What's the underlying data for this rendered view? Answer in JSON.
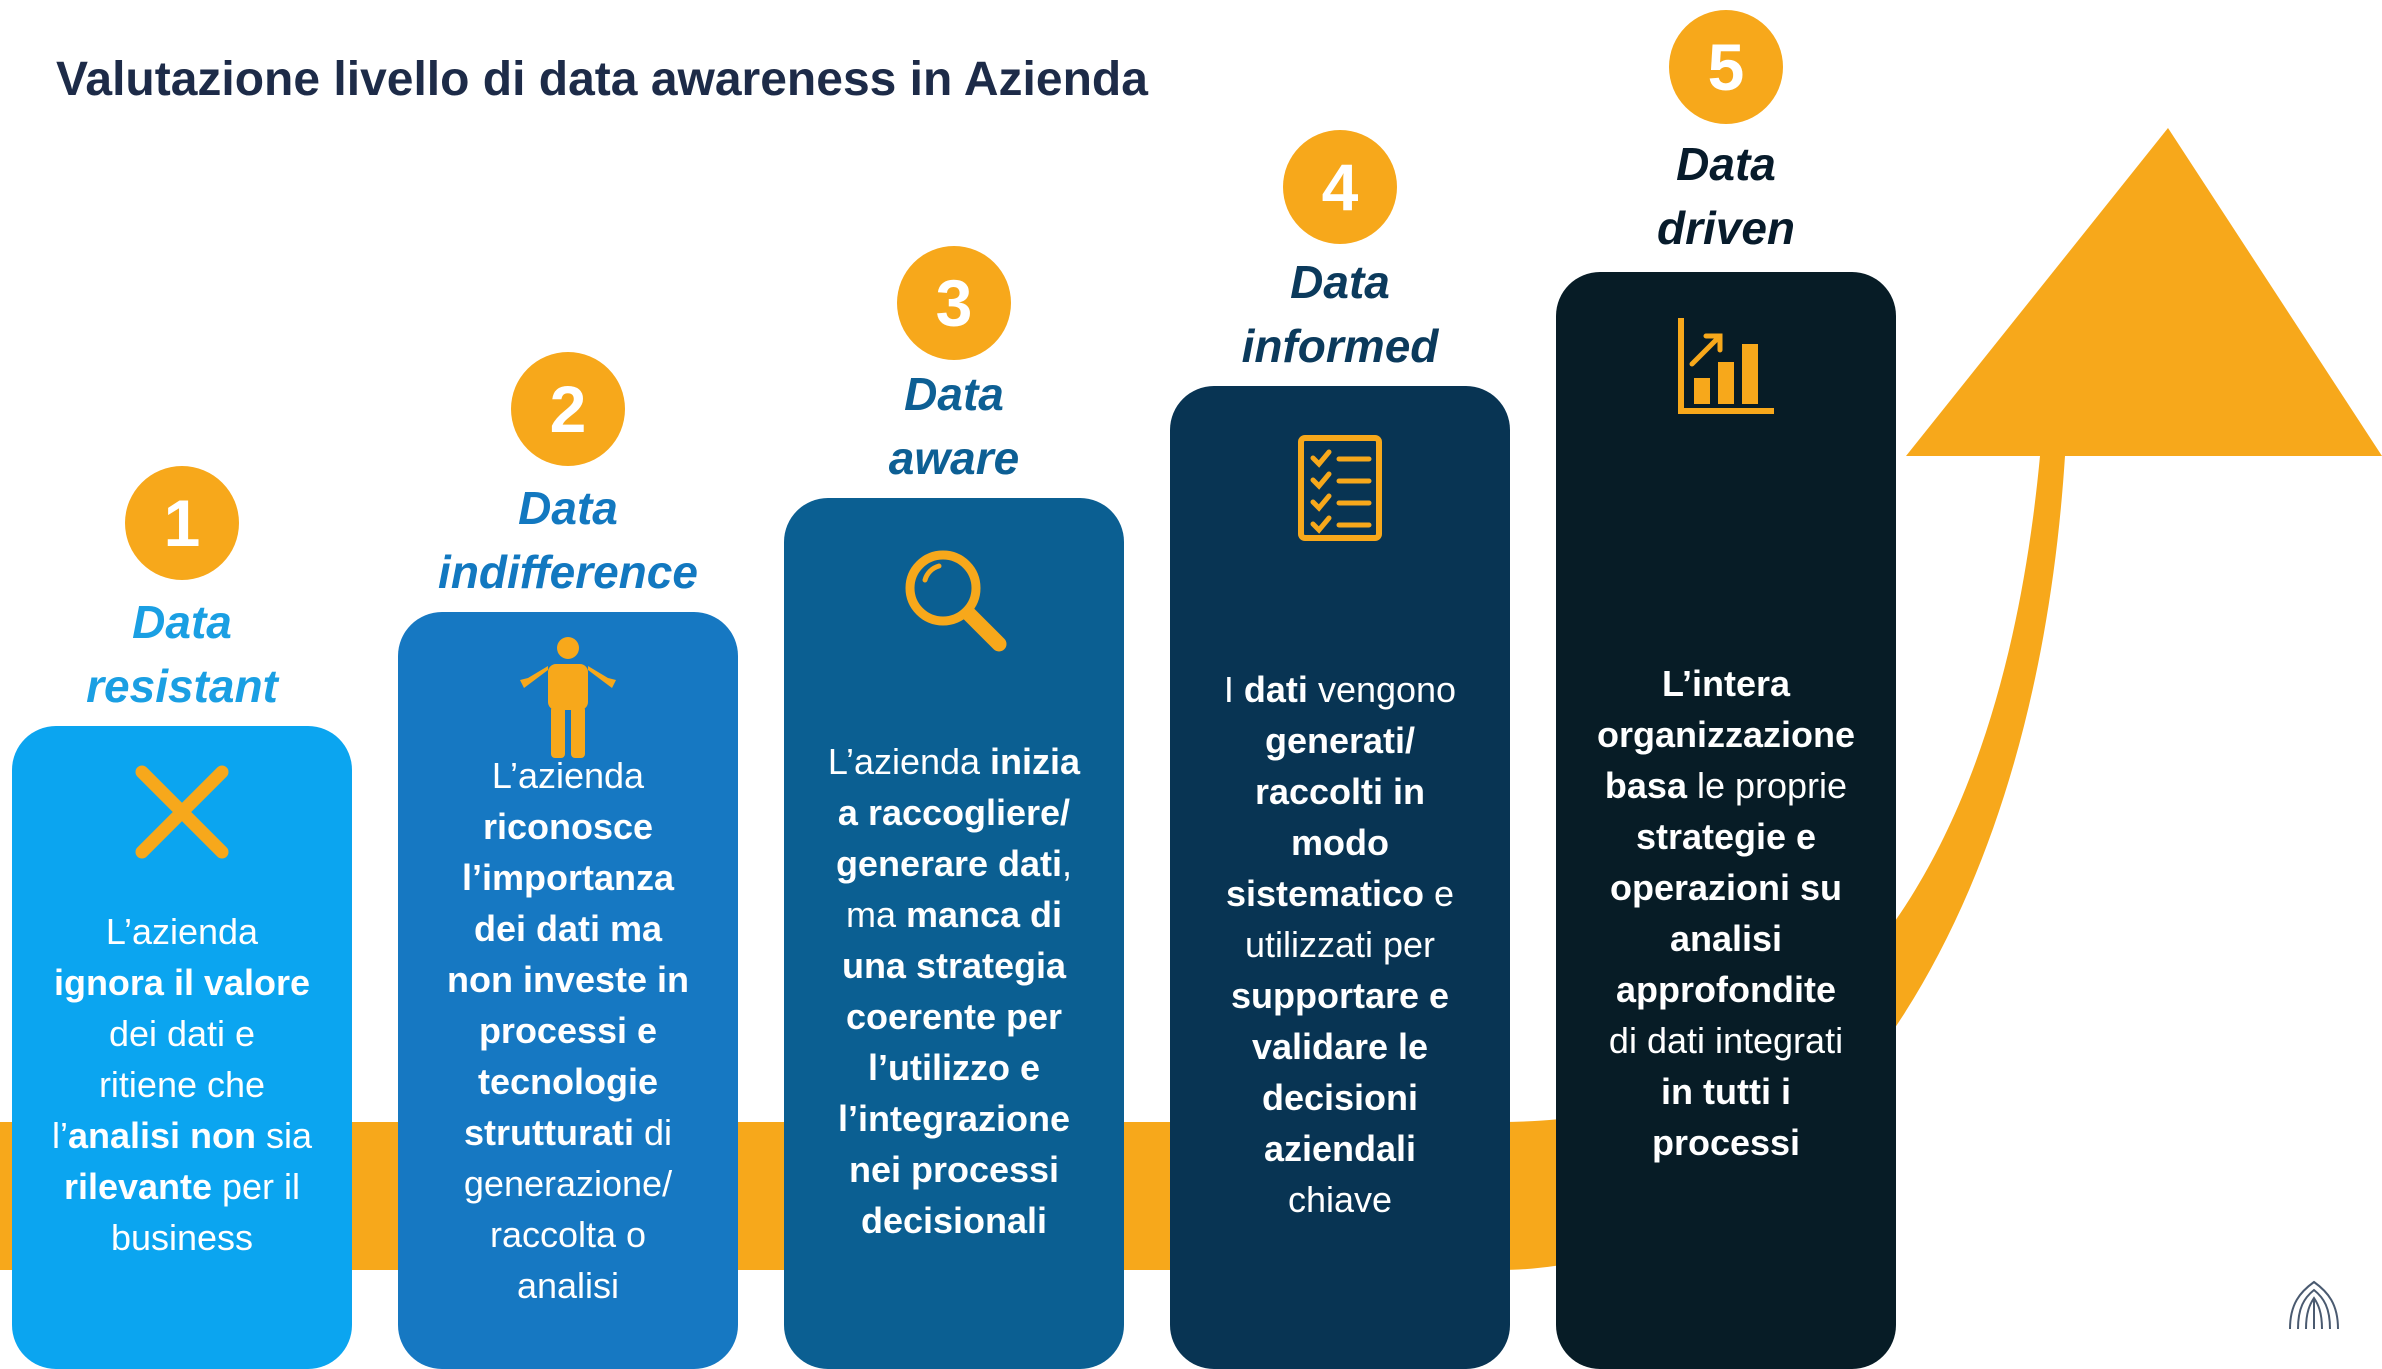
{
  "title": "Valutazione livello di data awareness in Azienda",
  "colors": {
    "accent": "#f7a81b",
    "title": "#1d2b48"
  },
  "steps": [
    {
      "number": "1",
      "name_line1": "Data",
      "name_line2": "resistant",
      "name_color": "#1a9fe3",
      "box_color": "#0ba5f0",
      "icon": "cross-icon",
      "description": [
        [
          {
            "t": "L’azienda",
            "b": false
          }
        ],
        [
          {
            "t": "ignora il valore",
            "b": true
          }
        ],
        [
          {
            "t": "dei dati e",
            "b": false
          }
        ],
        [
          {
            "t": "ritiene che",
            "b": false
          }
        ],
        [
          {
            "t": "l’",
            "b": false
          },
          {
            "t": "analisi non",
            "b": true
          },
          {
            "t": " sia",
            "b": false
          }
        ],
        [
          {
            "t": "rilevante",
            "b": true
          },
          {
            "t": " per il",
            "b": false
          }
        ],
        [
          {
            "t": "business",
            "b": false
          }
        ]
      ]
    },
    {
      "number": "2",
      "name_line1": "Data",
      "name_line2": "indifference",
      "name_color": "#1278c0",
      "box_color": "#1678c2",
      "icon": "person-shrug-icon",
      "description": [
        [
          {
            "t": "L’azienda",
            "b": false
          }
        ],
        [
          {
            "t": "riconosce",
            "b": true
          }
        ],
        [
          {
            "t": "l’importanza",
            "b": true
          }
        ],
        [
          {
            "t": "dei dati ma",
            "b": true
          }
        ],
        [
          {
            "t": "non investe in",
            "b": true
          }
        ],
        [
          {
            "t": "processi e",
            "b": true
          }
        ],
        [
          {
            "t": "tecnologie",
            "b": true
          }
        ],
        [
          {
            "t": "strutturati",
            "b": true
          },
          {
            "t": " di",
            "b": false
          }
        ],
        [
          {
            "t": "generazione/",
            "b": false
          }
        ],
        [
          {
            "t": "raccolta o",
            "b": false
          }
        ],
        [
          {
            "t": "analisi",
            "b": false
          }
        ]
      ]
    },
    {
      "number": "3",
      "name_line1": "Data",
      "name_line2": "aware",
      "name_color": "#0d5f94",
      "box_color": "#0b5f92",
      "icon": "magnifier-icon",
      "description": [
        [
          {
            "t": "L’azienda ",
            "b": false
          },
          {
            "t": "inizia",
            "b": true
          }
        ],
        [
          {
            "t": "a raccogliere/",
            "b": true
          }
        ],
        [
          {
            "t": "generare dati",
            "b": true
          },
          {
            "t": ",",
            "b": false
          }
        ],
        [
          {
            "t": "ma ",
            "b": false
          },
          {
            "t": "manca di",
            "b": true
          }
        ],
        [
          {
            "t": "una strategia",
            "b": true
          }
        ],
        [
          {
            "t": "coerente per",
            "b": true
          }
        ],
        [
          {
            "t": "l’utilizzo e",
            "b": true
          }
        ],
        [
          {
            "t": "l’integrazione",
            "b": true
          }
        ],
        [
          {
            "t": "nei processi",
            "b": true
          }
        ],
        [
          {
            "t": "decisionali",
            "b": true
          }
        ]
      ]
    },
    {
      "number": "4",
      "name_line1": "Data",
      "name_line2": "informed",
      "name_color": "#0b3a5c",
      "box_color": "#083453",
      "icon": "checklist-icon",
      "description": [
        [
          {
            "t": "I ",
            "b": false
          },
          {
            "t": "dati",
            "b": true
          },
          {
            "t": " vengono",
            "b": false
          }
        ],
        [
          {
            "t": "generati/",
            "b": true
          }
        ],
        [
          {
            "t": "raccolti in",
            "b": true
          }
        ],
        [
          {
            "t": "modo",
            "b": true
          }
        ],
        [
          {
            "t": "sistematico",
            "b": true
          },
          {
            "t": " e",
            "b": false
          }
        ],
        [
          {
            "t": "utilizzati per",
            "b": false
          }
        ],
        [
          {
            "t": "supportare e",
            "b": true
          }
        ],
        [
          {
            "t": "validare le",
            "b": true
          }
        ],
        [
          {
            "t": "decisioni",
            "b": true
          }
        ],
        [
          {
            "t": "aziendali",
            "b": true
          }
        ],
        [
          {
            "t": "chiave",
            "b": false
          }
        ]
      ]
    },
    {
      "number": "5",
      "name_line1": "Data",
      "name_line2": "driven",
      "name_color": "#071b2b",
      "box_color": "#071c26",
      "icon": "growth-chart-icon",
      "description": [
        [
          {
            "t": "L’intera",
            "b": true
          }
        ],
        [
          {
            "t": "organizzazione",
            "b": true
          }
        ],
        [
          {
            "t": "basa",
            "b": true
          },
          {
            "t": " le proprie",
            "b": false
          }
        ],
        [
          {
            "t": "strategie e",
            "b": true
          }
        ],
        [
          {
            "t": "operazioni su",
            "b": true
          }
        ],
        [
          {
            "t": "analisi",
            "b": true
          }
        ],
        [
          {
            "t": "approfondite",
            "b": true
          }
        ],
        [
          {
            "t": "di dati integrati",
            "b": false
          }
        ],
        [
          {
            "t": "in tutti i",
            "b": true
          }
        ],
        [
          {
            "t": "processi",
            "b": true
          }
        ]
      ]
    }
  ],
  "logo_icon": "confindustria-logo-icon"
}
